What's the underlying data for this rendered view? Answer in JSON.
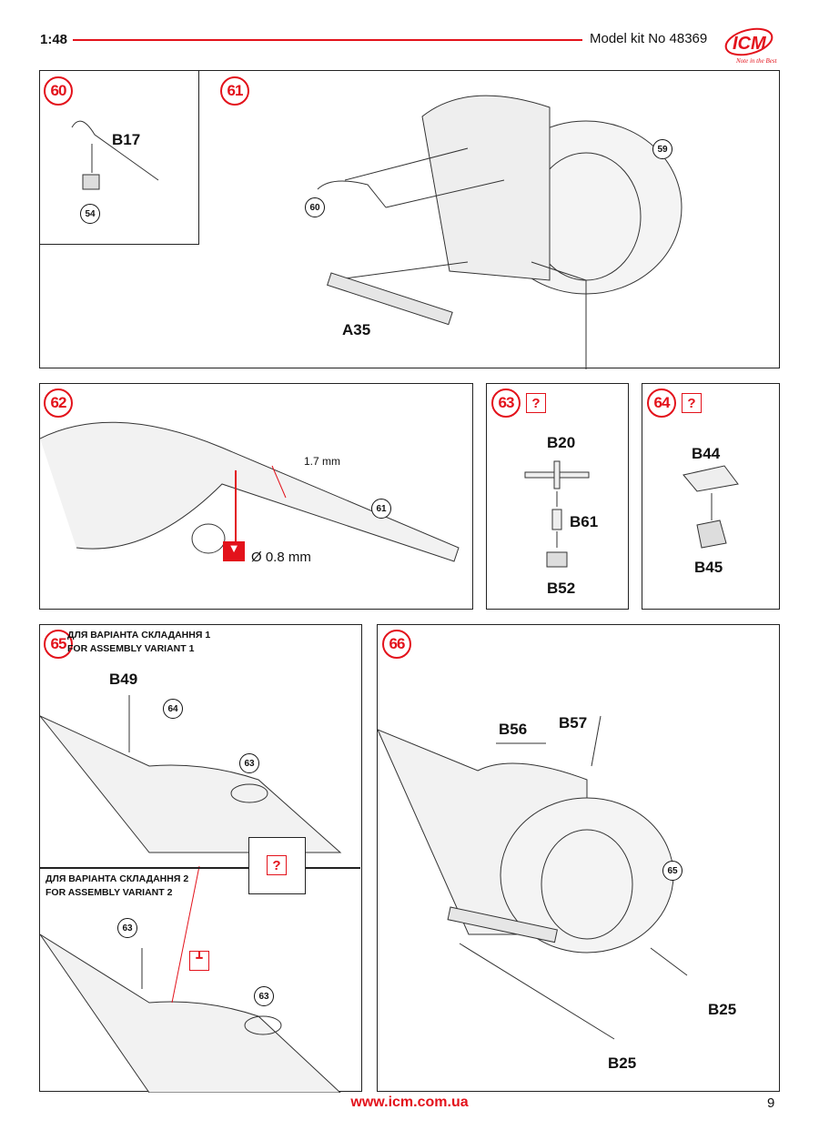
{
  "header": {
    "scale": "1:48",
    "kit": "Model kit No 48369",
    "logo_text": "ICM",
    "logo_tagline": "Note in the Best",
    "accent": "#e3121b"
  },
  "steps": {
    "s60": {
      "num": "60",
      "part": "B17",
      "ref": "54"
    },
    "s61": {
      "num": "61",
      "ref_a": "60",
      "ref_b": "59",
      "part": "A35"
    },
    "s62": {
      "num": "62",
      "dim": "1.7 mm",
      "drill": "Ø 0.8 mm",
      "ref": "61"
    },
    "s63": {
      "num": "63",
      "q": "?",
      "parts": [
        "B20",
        "B61",
        "B52"
      ]
    },
    "s64": {
      "num": "64",
      "q": "?",
      "parts": [
        "B44",
        "B45"
      ]
    },
    "s65": {
      "num": "65",
      "variant1": [
        "ДЛЯ ВАРІАНТА СКЛАДАННЯ 1",
        "FOR ASSEMBLY VARIANT 1"
      ],
      "part": "B49",
      "ref_a": "64",
      "ref_b": "63",
      "q": "?",
      "variant2": [
        "ДЛЯ ВАРІАНТА СКЛАДАННЯ 2",
        "FOR ASSEMBLY VARIANT 2"
      ],
      "ref_c": "63",
      "ref_d": "63"
    },
    "s66": {
      "num": "66",
      "parts": [
        "B56",
        "B57"
      ],
      "ref": "65",
      "b25a": "B25",
      "b25b": "B25"
    }
  },
  "footer": {
    "url": "www.icm.com.ua",
    "page": "9"
  }
}
